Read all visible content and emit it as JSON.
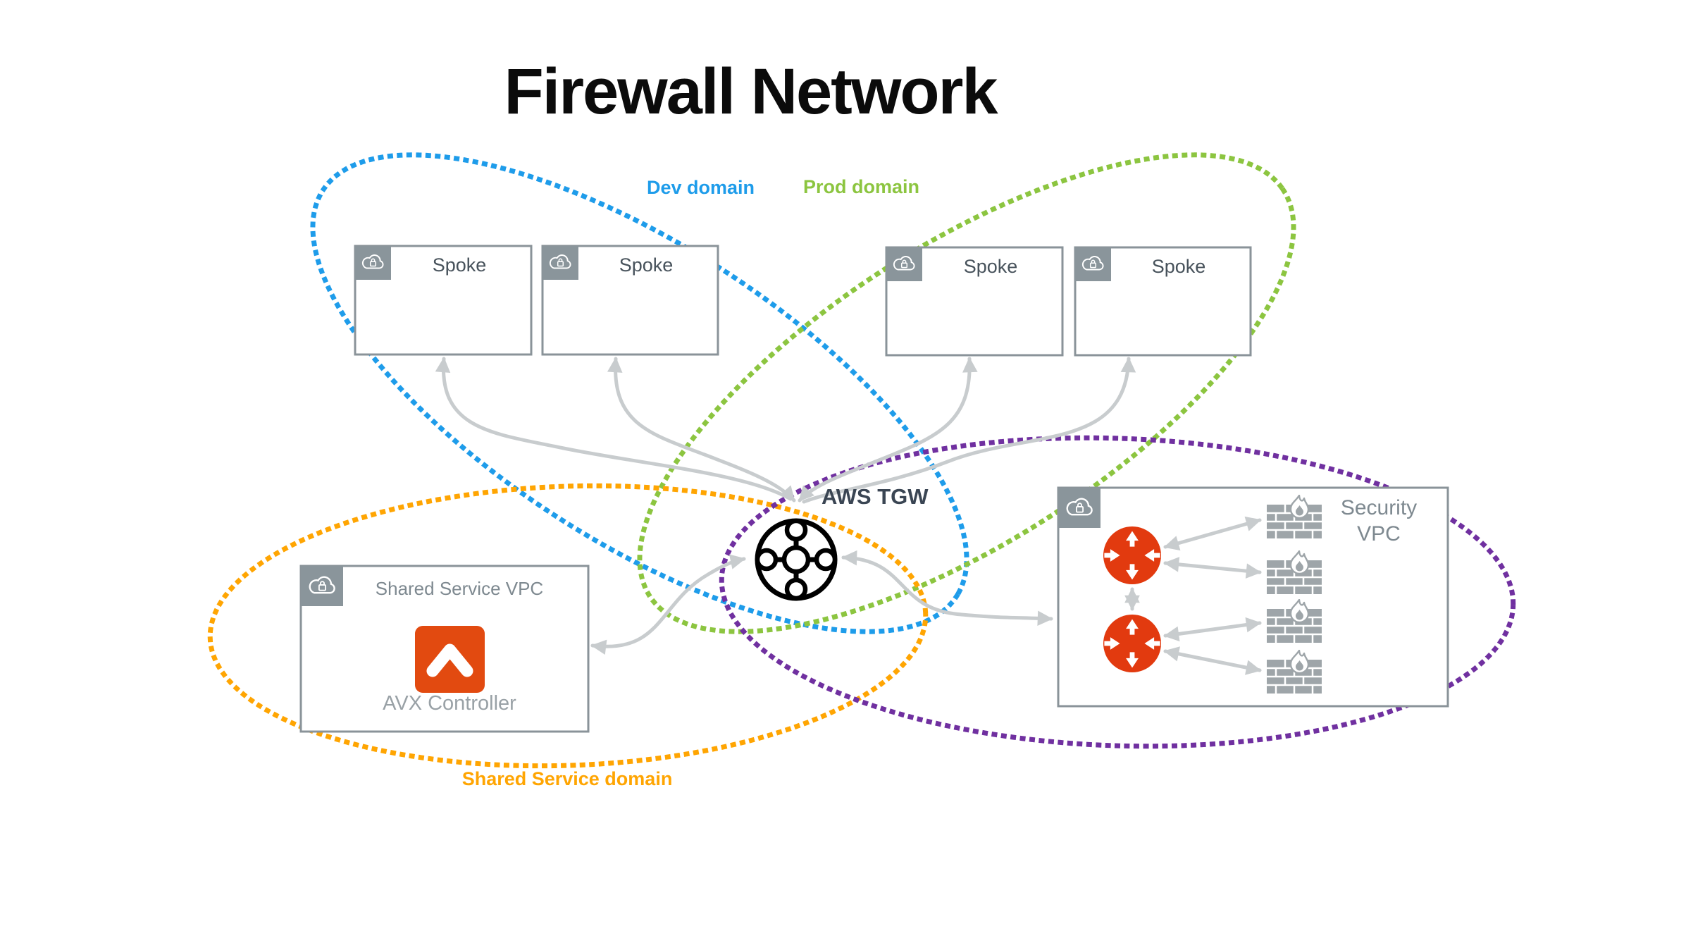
{
  "title": "Firewall Network",
  "labels": {
    "dev_domain": "Dev domain",
    "prod_domain": "Prod domain",
    "shared_domain": "Shared Service domain",
    "tgw": "AWS TGW",
    "spoke": "Spoke",
    "shared_vpc": "Shared Service VPC",
    "avx_controller": "AVX Controller",
    "security_vpc_line1": "Security",
    "security_vpc_line2": "VPC"
  },
  "icons": {
    "cloud_lock": "cloud with padlock (VPC)",
    "tgw": "transit gateway circle with four nodes",
    "router": "orange gateway with four white arrows",
    "firewall": "brick wall with flame",
    "avx": "orange rounded square with white chevron-up"
  },
  "colors": {
    "dev": "#1E9CEA",
    "prod": "#8CC540",
    "shared": "#FFA502",
    "security": "#7030A0",
    "arrow": "#C8CCCE",
    "border": "#8A9399",
    "tab": "#8A959B",
    "title-ink": "#0B0B0B",
    "tgw-ink": "#3A4553",
    "vpc-text": "#7E8990",
    "spoke-ink": "#47525B",
    "avx-text": "#99A1A6",
    "avx-orange": "#E24A10",
    "router-red": "#E23A0F",
    "brick": "#9EA5A9"
  }
}
